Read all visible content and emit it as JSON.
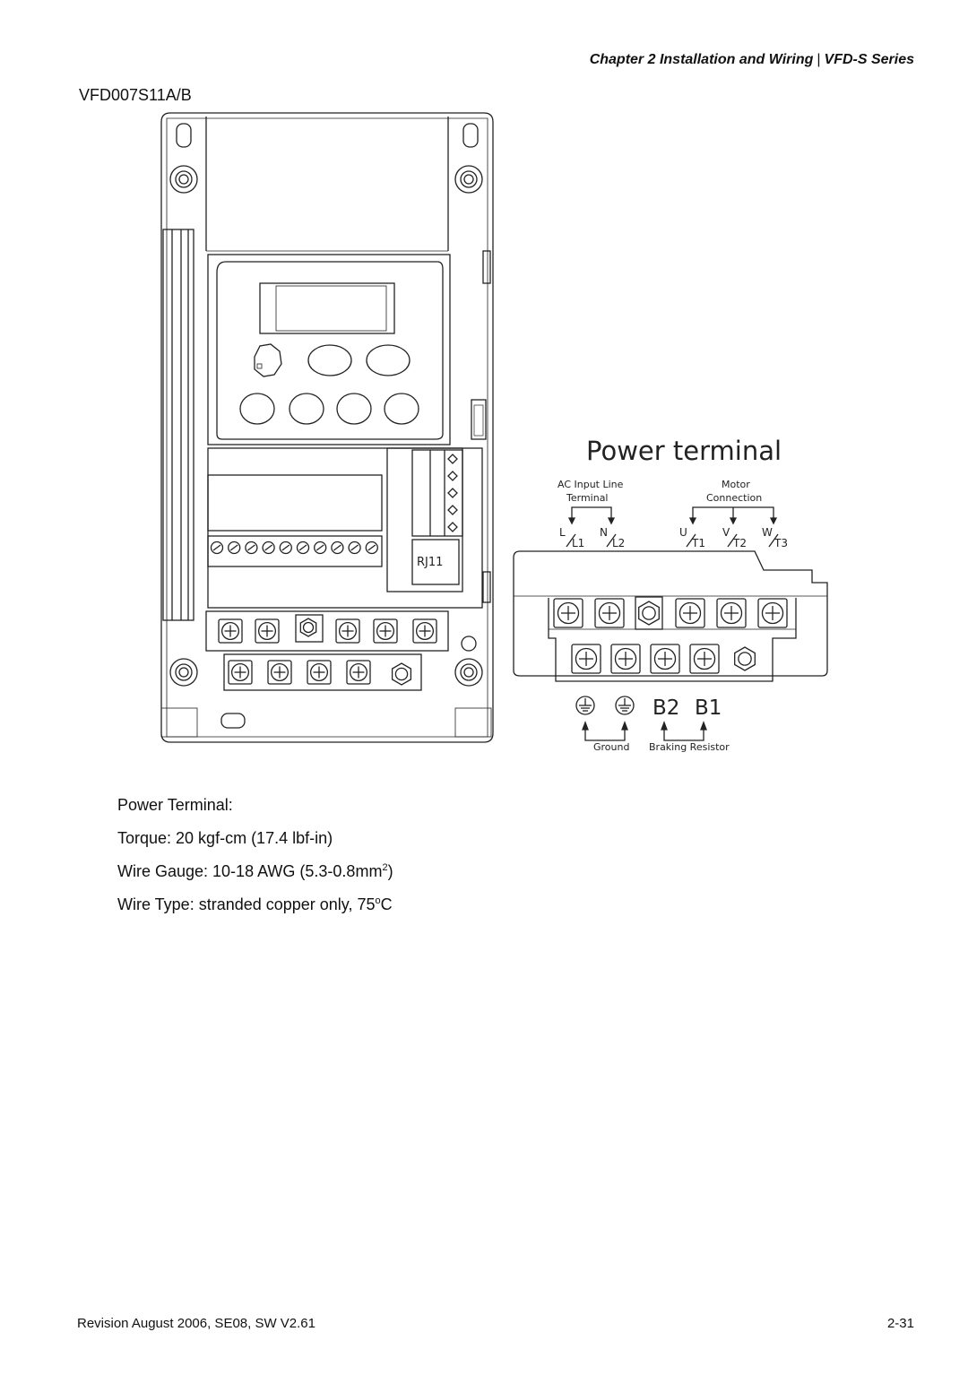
{
  "header": {
    "chapter": "Chapter 2 Installation and Wiring",
    "separator": "|",
    "series": "VFD-S Series"
  },
  "model": "VFD007S11A/B",
  "drive": {
    "rj_label": "RJ11"
  },
  "diagram": {
    "title": "Power terminal",
    "ac_input": [
      "AC Input Line",
      "Terminal"
    ],
    "motor": [
      "Motor",
      "Connection"
    ],
    "top_labels": [
      {
        "a": "L",
        "b": "L1"
      },
      {
        "a": "N",
        "b": "L2"
      },
      {
        "a": "U",
        "b": "T1"
      },
      {
        "a": "V",
        "b": "T2"
      },
      {
        "a": "W",
        "b": "T3"
      }
    ],
    "b2": "B2",
    "b1": "B1",
    "ground": "Ground",
    "braking": "Braking Resistor"
  },
  "specs": {
    "title": "Power Terminal:",
    "torque": "Torque: 20 kgf-cm (17.4 lbf-in)",
    "gauge_pre": "Wire Gauge: 10-18 AWG (5.3-0.8mm",
    "gauge_sup": "2",
    "gauge_post": ")",
    "type_pre": "Wire Type: stranded copper only, 75",
    "type_sup": "o",
    "type_post": "C"
  },
  "footer": {
    "revision": "Revision August 2006, SE08, SW V2.61",
    "page": "2-31"
  }
}
